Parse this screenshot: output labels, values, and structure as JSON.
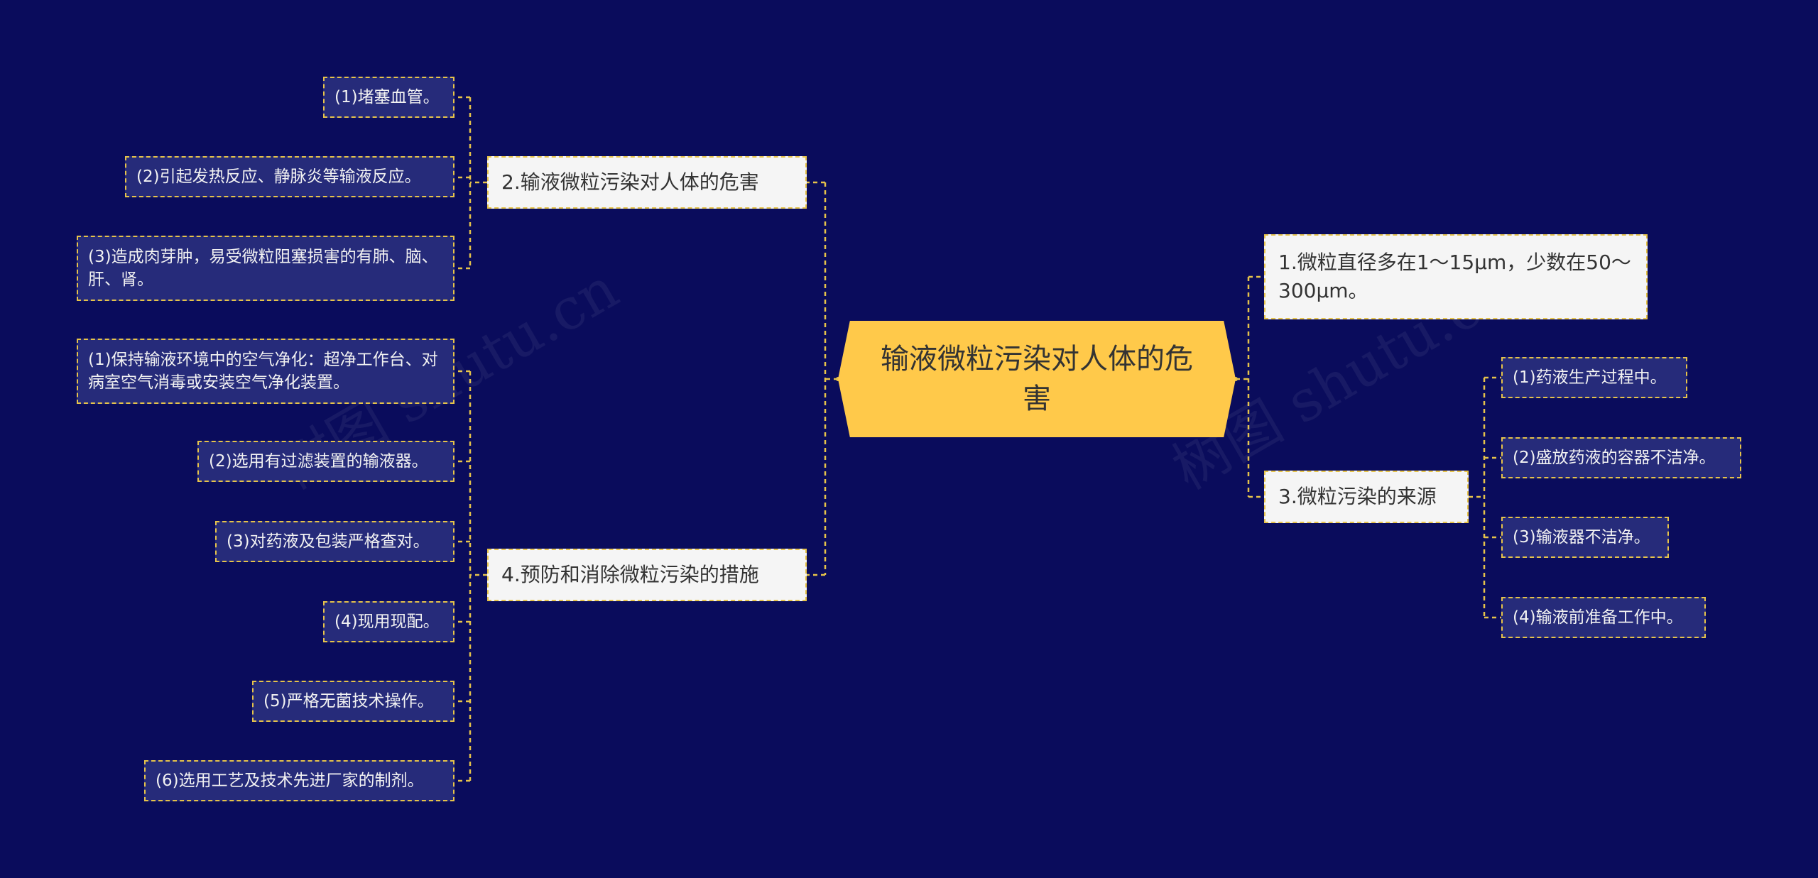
{
  "root": {
    "label": "输液微粒污染对人体的危害"
  },
  "branches": {
    "b1": {
      "label": "1.微粒直径多在1～15μm，少数在50～300μm。",
      "children": []
    },
    "b2": {
      "label": "2.输液微粒污染对人体的危害",
      "children": [
        "(1)堵塞血管。",
        "(2)引起发热反应、静脉炎等输液反应。",
        "(3)造成肉芽肿，易受微粒阻塞损害的有肺、脑、肝、肾。"
      ]
    },
    "b3": {
      "label": "3.微粒污染的来源",
      "children": [
        "(1)药液生产过程中。",
        "(2)盛放药液的容器不洁净。",
        "(3)输液器不洁净。",
        "(4)输液前准备工作中。"
      ]
    },
    "b4": {
      "label": "4.预防和消除微粒污染的措施",
      "children": [
        "(1)保持输液环境中的空气净化：超净工作台、对病室空气消毒或安装空气净化装置。",
        "(2)选用有过滤装置的输液器。",
        "(3)对药液及包装严格查对。",
        "(4)现用现配。",
        "(5)严格无菌技术操作。",
        "(6)选用工艺及技术先进厂家的制剂。"
      ]
    }
  },
  "watermark": "树图 shutu.cn",
  "colors": {
    "background": "#0a0c5c",
    "root": "#ffc94a",
    "connector": "#e6c34a",
    "leaf": "#262b7a",
    "branch": "#f5f5f5"
  }
}
